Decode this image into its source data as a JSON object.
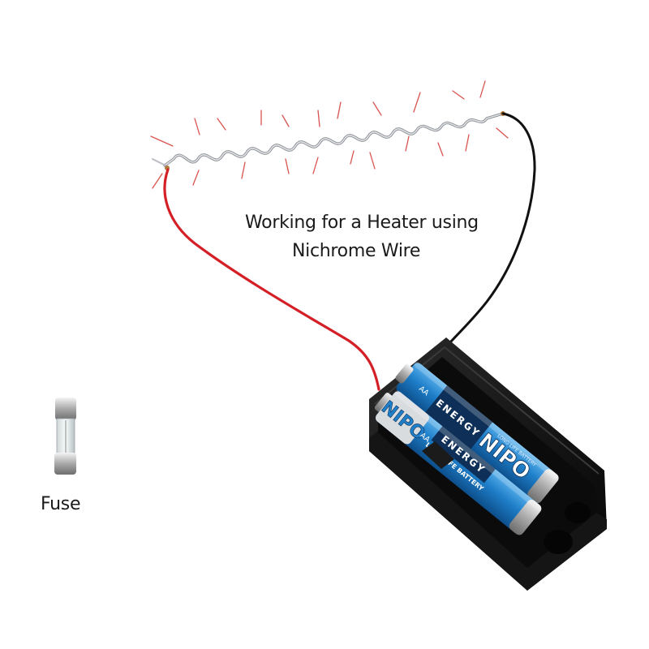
{
  "caption": {
    "line1": "Working for a Heater using",
    "line2": "Nichrome Wire"
  },
  "fuse": {
    "label": "Fuse"
  },
  "battery_holder": {
    "battery_top": {
      "brand": "NIPO",
      "line": "ENERGY",
      "size": "AA",
      "tag": "LONG LIFE BATTERY"
    },
    "battery_bottom": {
      "brand": "NIPO",
      "line": "ENERGY",
      "size": "AA",
      "tag": "LONG LIFE BATTERY"
    }
  },
  "colors": {
    "positive_wire": "#d41f26",
    "negative_wire": "#111111",
    "heat_marks": "#d9534f",
    "coil": "#b9bcc2",
    "holder": "#121212",
    "battery_blue": "#1f7fc9"
  }
}
